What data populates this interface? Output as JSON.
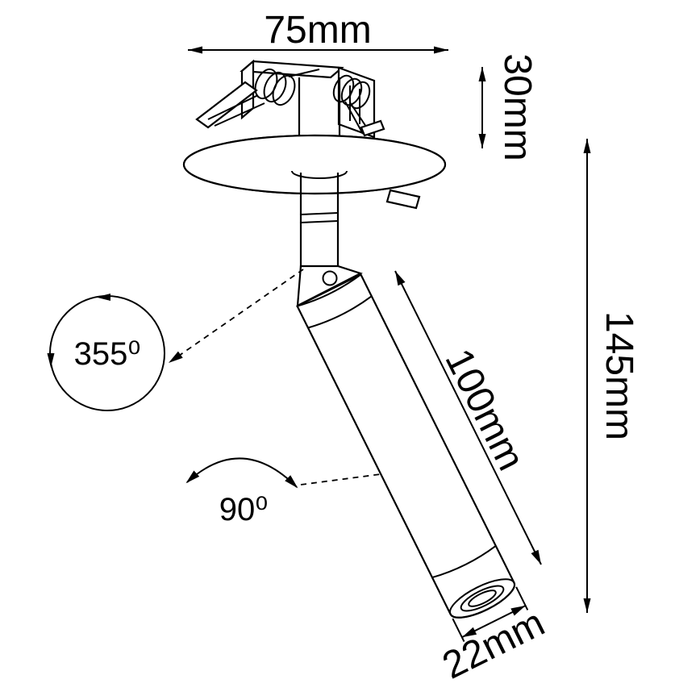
{
  "drawing": {
    "type": "technical-dimension-diagram",
    "subject": "recessed adjustable spotlight",
    "colors": {
      "ink": "#000000",
      "background": "#ffffff"
    },
    "dimensions": {
      "cutout_width": {
        "label": "75mm"
      },
      "recess_depth": {
        "label": "30mm"
      },
      "total_height": {
        "label": "145mm"
      },
      "tube_length": {
        "label": "100mm"
      },
      "tube_diameter": {
        "label": "22mm"
      }
    },
    "angles": {
      "rotation": {
        "label": "355⁰"
      },
      "tilt": {
        "label": "90⁰"
      }
    }
  }
}
